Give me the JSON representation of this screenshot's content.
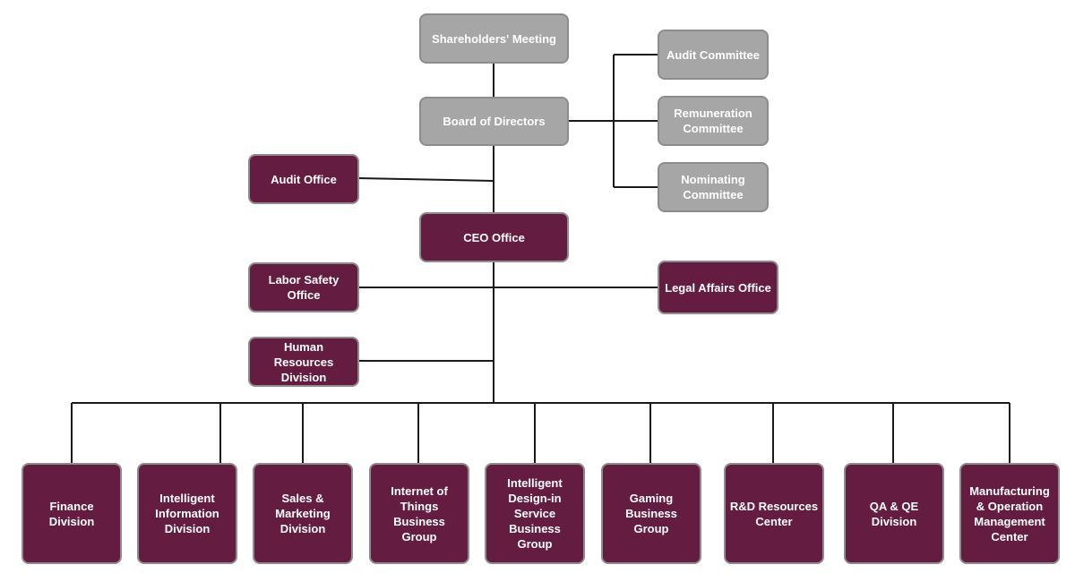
{
  "org_chart": {
    "nodes": {
      "shareholders": {
        "label": "Shareholders' Meeting",
        "style": "gray"
      },
      "board": {
        "label": "Board of Directors",
        "style": "gray"
      },
      "audit_committee": {
        "label": "Audit Committee",
        "style": "gray"
      },
      "remuneration": {
        "label": "Remuneration\nCommittee",
        "style": "gray"
      },
      "nominating": {
        "label": "Nominating\nCommittee",
        "style": "gray"
      },
      "audit_office": {
        "label": "Audit Office",
        "style": "maroon"
      },
      "ceo": {
        "label": "CEO Office",
        "style": "maroon"
      },
      "labor_safety": {
        "label": "Labor Safety\nOffice",
        "style": "maroon"
      },
      "legal": {
        "label": "Legal Affairs Office",
        "style": "maroon"
      },
      "hr": {
        "label": "Human Resources\nDivision",
        "style": "maroon"
      },
      "finance": {
        "label": "Finance Division",
        "style": "maroon"
      },
      "intel_info": {
        "label": "Intelligent\nInformation\nDivision",
        "style": "maroon"
      },
      "sales": {
        "label": "Sales &\nMarketing\nDivision",
        "style": "maroon"
      },
      "iot": {
        "label": "Internet of\nThings Business\nGroup",
        "style": "maroon"
      },
      "design_in": {
        "label": "Intelligent\nDesign-in\nService\nBusiness Group",
        "style": "maroon"
      },
      "gaming": {
        "label": "Gaming\nBusiness Group",
        "style": "maroon"
      },
      "rnd": {
        "label": "R&D Resources\nCenter",
        "style": "maroon"
      },
      "qa": {
        "label": "QA & QE\nDivision",
        "style": "maroon"
      },
      "manufacturing": {
        "label": "Manufacturing\n& Operation\nManagement\nCenter",
        "style": "maroon"
      }
    },
    "edges": [
      [
        "shareholders",
        "board"
      ],
      [
        "board",
        "audit_committee"
      ],
      [
        "board",
        "remuneration"
      ],
      [
        "board",
        "nominating"
      ],
      [
        "board",
        "ceo"
      ],
      [
        "audit_office",
        "board"
      ],
      [
        "ceo",
        "labor_safety"
      ],
      [
        "ceo",
        "legal"
      ],
      [
        "ceo",
        "hr"
      ],
      [
        "ceo",
        "finance"
      ],
      [
        "ceo",
        "intel_info"
      ],
      [
        "ceo",
        "sales"
      ],
      [
        "ceo",
        "iot"
      ],
      [
        "ceo",
        "design_in"
      ],
      [
        "ceo",
        "gaming"
      ],
      [
        "ceo",
        "rnd"
      ],
      [
        "ceo",
        "qa"
      ],
      [
        "ceo",
        "manufacturing"
      ]
    ]
  }
}
